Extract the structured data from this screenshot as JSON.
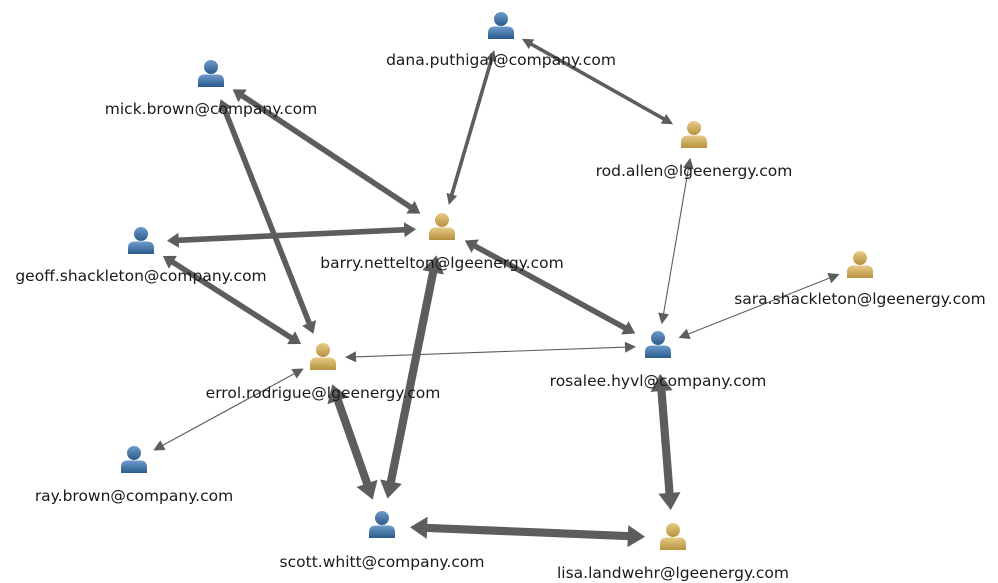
{
  "graph": {
    "colors": {
      "company": "#2a5b8c",
      "company_light": "#6e9ccc",
      "external": "#b5913e",
      "external_light": "#e7cc86",
      "edge": "#5d5d5d"
    },
    "nodes": [
      {
        "id": "dana",
        "label": "dana.puthigai@company.com",
        "kind": "company"
      },
      {
        "id": "mick",
        "label": "mick.brown@company.com",
        "kind": "company"
      },
      {
        "id": "rod",
        "label": "rod.allen@lgeenergy.com",
        "kind": "external"
      },
      {
        "id": "barry",
        "label": "barry.nettelton@lgeenergy.com",
        "kind": "external"
      },
      {
        "id": "geoff",
        "label": "geoff.shackleton@company.com",
        "kind": "company"
      },
      {
        "id": "sara",
        "label": "sara.shackleton@lgeenergy.com",
        "kind": "external"
      },
      {
        "id": "errol",
        "label": "errol.rodrigue@lgeenergy.com",
        "kind": "external"
      },
      {
        "id": "rosalee",
        "label": "rosalee.hyvl@company.com",
        "kind": "company"
      },
      {
        "id": "ray",
        "label": "ray.brown@company.com",
        "kind": "company"
      },
      {
        "id": "scott",
        "label": "scott.whitt@company.com",
        "kind": "company"
      },
      {
        "id": "lisa",
        "label": "lisa.landwehr@lgeenergy.com",
        "kind": "external"
      }
    ],
    "edges": [
      {
        "from": "dana",
        "to": "barry",
        "weight": 2
      },
      {
        "from": "dana",
        "to": "rod",
        "weight": 2
      },
      {
        "from": "mick",
        "to": "barry",
        "weight": 3
      },
      {
        "from": "mick",
        "to": "errol",
        "weight": 3
      },
      {
        "from": "geoff",
        "to": "barry",
        "weight": 3
      },
      {
        "from": "geoff",
        "to": "errol",
        "weight": 3
      },
      {
        "from": "rod",
        "to": "rosalee",
        "weight": 1
      },
      {
        "from": "barry",
        "to": "rosalee",
        "weight": 3
      },
      {
        "from": "barry",
        "to": "scott",
        "weight": 4
      },
      {
        "from": "errol",
        "to": "rosalee",
        "weight": 1
      },
      {
        "from": "errol",
        "to": "scott",
        "weight": 4
      },
      {
        "from": "ray",
        "to": "errol",
        "weight": 1
      },
      {
        "from": "rosalee",
        "to": "sara",
        "weight": 1
      },
      {
        "from": "rosalee",
        "to": "lisa",
        "weight": 4
      },
      {
        "from": "scott",
        "to": "lisa",
        "weight": 4
      }
    ]
  }
}
